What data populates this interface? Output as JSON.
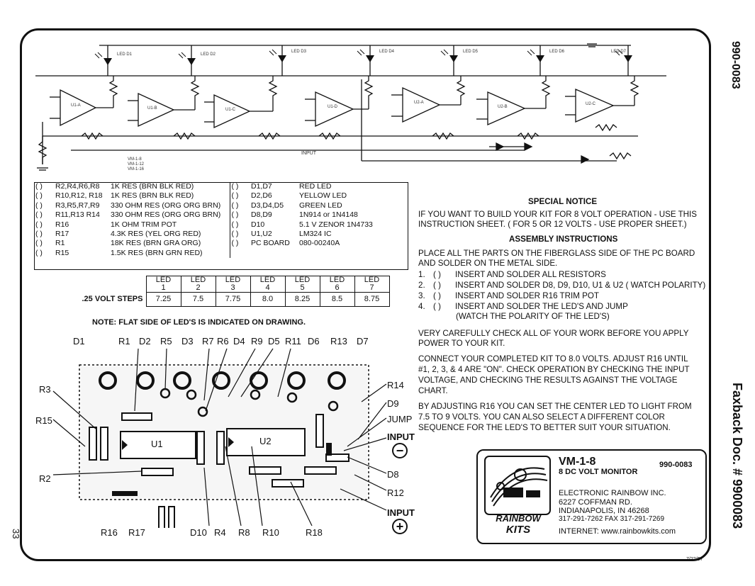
{
  "side": {
    "doc_number": "990-0083",
    "faxback": "Faxback Doc. # 9900083",
    "page_number": "33"
  },
  "schematic": {
    "led_labels": [
      "LED D1",
      "LED D2",
      "LED D3",
      "LED D4",
      "LED D5",
      "LED D6",
      "LED D7"
    ],
    "opamp_labels": [
      "U1-A",
      "U1-B",
      "U1-C",
      "U1-D",
      "U2-A",
      "U2-B",
      "U2-C"
    ],
    "vm_note": [
      "VM-1-8",
      "VM-1-12",
      "VM-1-16"
    ],
    "input_label": "INPUT"
  },
  "parts_list": {
    "left": [
      {
        "ref": "R2,R4,R6,R8",
        "desc": "1K RES (BRN BLK RED)"
      },
      {
        "ref": "R10,R12, R18",
        "desc": "1K RES (BRN BLK RED)"
      },
      {
        "ref": "R3,R5,R7,R9",
        "desc": "330 OHM RES (ORG ORG BRN)"
      },
      {
        "ref": "R11,R13 R14",
        "desc": "330 OHM RES (ORG ORG BRN)"
      },
      {
        "ref": "R16",
        "desc": "1K OHM TRIM POT"
      },
      {
        "ref": "R17",
        "desc": "4.3K RES (YEL ORG RED)"
      },
      {
        "ref": "R1",
        "desc": "18K RES (BRN GRA ORG)"
      },
      {
        "ref": "R15",
        "desc": "1.5K RES (BRN GRN RED)"
      }
    ],
    "right": [
      {
        "ref": "D1,D7",
        "desc": "RED LED"
      },
      {
        "ref": "D2,D6",
        "desc": "YELLOW LED"
      },
      {
        "ref": "D3,D4,D5",
        "desc": "GREEN LED"
      },
      {
        "ref": "D8,D9",
        "desc": "1N914 or 1N4148"
      },
      {
        "ref": "D10",
        "desc": "5.1 V ZENOR 1N4733"
      },
      {
        "ref": "U1,U2",
        "desc": "LM324 IC"
      },
      {
        "ref": "PC BOARD",
        "desc": "080-00240A"
      }
    ],
    "checkbox": "(   )"
  },
  "voltage_table": {
    "row_label": ".25 VOLT STEPS",
    "led_word": "LED",
    "columns": [
      "1",
      "2",
      "3",
      "4",
      "5",
      "6",
      "7"
    ],
    "values": [
      "7.25",
      "7.5",
      "7.75",
      "8.0",
      "8.25",
      "8.5",
      "8.75"
    ]
  },
  "led_note": "NOTE: FLAT SIDE OF LED'S IS INDICATED ON DRAWING.",
  "instructions": {
    "special_notice_title": "SPECIAL NOTICE",
    "special_notice_line1": "IF YOU WANT TO BUILD YOUR KIT FOR  8 VOLT OPERATION - USE THIS",
    "special_notice_line2": "INSTRUCTION SHEET.  ( FOR 5 OR 12 VOLTS - USE PROPER SHEET.)",
    "assembly_title": "ASSEMBLY INSTRUCTIONS",
    "place_line1": "PLACE ALL THE PARTS ON THE FIBERGLASS SIDE OF THE PC BOARD",
    "place_line2": "AND SOLDER ON THE METAL SIDE.",
    "steps": [
      {
        "num": "1.",
        "check": "(   )",
        "text": "INSERT AND SOLDER ALL RESISTORS"
      },
      {
        "num": "2.",
        "check": "(   )",
        "text": "INSERT AND SOLDER D8, D9, D10, U1 & U2 ( WATCH POLARITY)"
      },
      {
        "num": "3.",
        "check": "(   )",
        "text": "INSERT AND SOLDER R16 TRIM POT"
      },
      {
        "num": "4.",
        "check": "(   )",
        "text": "INSERT AND SOLDER THE LED'S AND JUMP"
      }
    ],
    "step4_cont": "(WATCH THE POLARITY OF THE LED'S)",
    "check_line1": "VERY CAREFULLY CHECK ALL OF YOUR WORK  BEFORE YOU APPLY",
    "check_line2": "POWER TO YOUR KIT.",
    "connect_line1": "CONNECT YOUR COMPLETED KIT TO 8.0 VOLTS.  ADJUST R16 UNTIL",
    "connect_line2": "#1, 2, 3, & 4 ARE  \"ON\".  CHECK OPERATION BY CHECKING THE INPUT",
    "connect_line3": "VOLTAGE, AND CHECKING THE RESULTS AGAINST THE VOLTAGE",
    "connect_line4": "CHART.",
    "adjust_line1": "BY ADJUSTING R16 YOU CAN SET THE CENTER LED TO LIGHT FROM",
    "adjust_line2": "7.5 TO 9 VOLTS.  YOU CAN ALSO SELECT A DIFFERENT COLOR",
    "adjust_line3": "SEQUENCE FOR THE LED'S TO BETTER SUIT YOUR SITUATION."
  },
  "board": {
    "top_labels": [
      "D1",
      "R1",
      "D2",
      "R5",
      "D3",
      "R7",
      "R6",
      "D4",
      "R9",
      "D5",
      "R11",
      "D6",
      "R13",
      "D7"
    ],
    "left_labels": [
      "R3",
      "R15",
      "R2"
    ],
    "bottom_labels": [
      "R16",
      "R17",
      "D10",
      "R4",
      "R8",
      "R10",
      "R18"
    ],
    "right_labels": [
      "R14",
      "D9",
      "JUMP",
      "INPUT",
      "D8",
      "R12",
      "INPUT"
    ],
    "ic1": "U1",
    "ic2": "U2",
    "minus": "−",
    "plus": "+"
  },
  "product": {
    "model": "VM-1-8",
    "part_number": "990-0083",
    "name": "8 DC VOLT MONITOR",
    "company": "ELECTRONIC RAINBOW INC.",
    "address1": "6227 COFFMAN RD.",
    "address2": "INDIANAPOLIS, IN 46268",
    "phone": "317-291-7262   FAX 317-291-7269",
    "internet": "INTERNET:  www.rainbowkits.com",
    "logo_line1": "RAINBOW",
    "logo_line2": "KITS"
  },
  "date": "7/22/97"
}
